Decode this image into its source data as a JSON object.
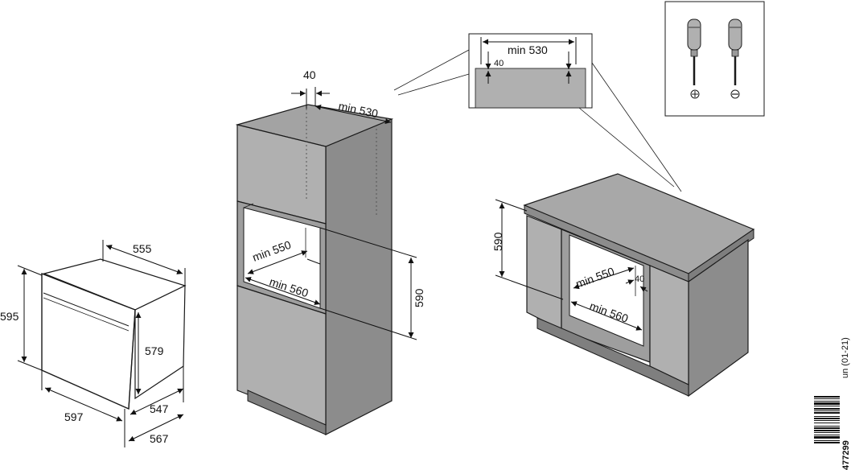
{
  "colors": {
    "panel_light": "#b4b4b4",
    "panel_mid": "#9c9c9c",
    "panel_dark": "#858585",
    "panel_top": "#a6a6a6",
    "interior": "#ffffff",
    "line": "#1a1a1a"
  },
  "appliance": {
    "width": "555",
    "height": "595",
    "door_height": "579",
    "depth_body": "547",
    "depth_total": "567",
    "front_width": "597"
  },
  "tall_cabinet": {
    "gap": "40",
    "depth_min": "min 530",
    "width_min": "min 560",
    "depth_niche": "min 550",
    "height": "590"
  },
  "detail_inset": {
    "width_min": "min 530",
    "gap": "40"
  },
  "base_cabinet": {
    "height": "590",
    "depth_niche": "min 550",
    "gap": "40",
    "width_min": "min 560"
  },
  "tools": {
    "icons": [
      "phillips-screwdriver-icon",
      "flat-screwdriver-icon"
    ]
  },
  "meta": {
    "doc_code": "un (01-21)",
    "barcode_number": "477299"
  }
}
